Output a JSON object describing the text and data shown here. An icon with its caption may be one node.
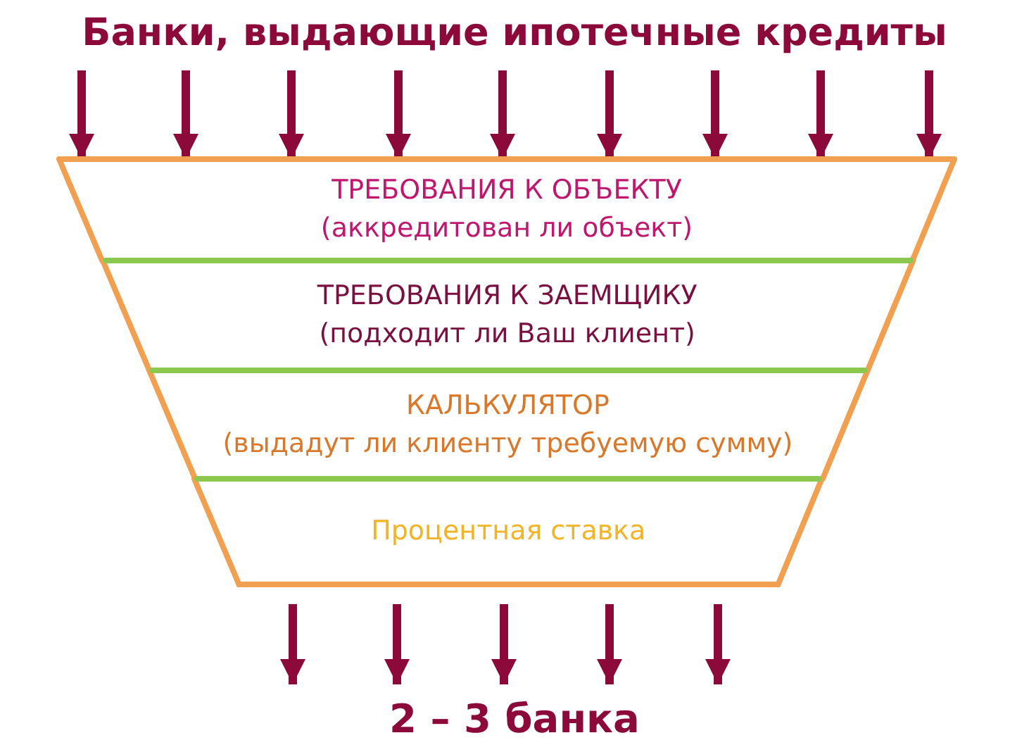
{
  "diagram": {
    "nodes": [
      {
        "text": [
          "Банки, выдающие ипотечные кредиты"
        ]
      },
      {
        "text": [
          "ТРЕБОВАНИЯ К ОБЪЕКТУ",
          "(аккредитован ли объект)"
        ]
      },
      {
        "text": [
          "ТРЕБОВАНИЯ К ЗАЕМЩИКУ",
          "(подходит ли Ваш клиент)"
        ]
      },
      {
        "text": [
          "КАЛЬКУЛЯТОР",
          "(выдадут ли клиенту требуемую сумму)"
        ]
      },
      {
        "text": [
          "Процентная ставка"
        ]
      },
      {
        "text": [
          "2 – 3 банка"
        ]
      }
    ],
    "edges": [
      {
        "from": 0,
        "to": 1,
        "arrow": "to"
      },
      {
        "from": 0,
        "to": 1,
        "arrow": "to"
      },
      {
        "from": 0,
        "to": 1,
        "arrow": "to"
      },
      {
        "from": 0,
        "to": 1,
        "arrow": "to"
      },
      {
        "from": 0,
        "to": 1,
        "arrow": "to"
      },
      {
        "from": 0,
        "to": 1,
        "arrow": "to"
      },
      {
        "from": 0,
        "to": 1,
        "arrow": "to"
      },
      {
        "from": 0,
        "to": 1,
        "arrow": "to"
      },
      {
        "from": 0,
        "to": 1,
        "arrow": "to"
      },
      {
        "from": 4,
        "to": 5,
        "arrow": "to"
      },
      {
        "from": 4,
        "to": 5,
        "arrow": "to"
      },
      {
        "from": 4,
        "to": 5,
        "arrow": "to"
      },
      {
        "from": 4,
        "to": 5,
        "arrow": "to"
      },
      {
        "from": 4,
        "to": 5,
        "arrow": "to"
      }
    ]
  }
}
